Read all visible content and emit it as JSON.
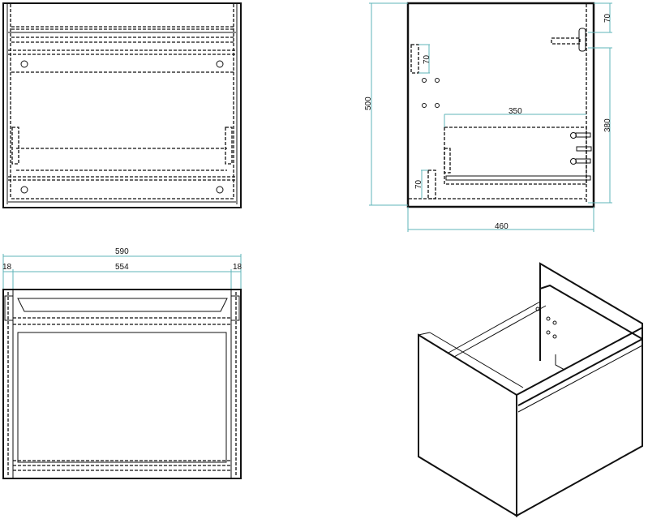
{
  "side_view": {
    "height_label": "500",
    "depth_label": "460",
    "top_offset_label": "70",
    "rail_height_label": "380",
    "drawer_depth_label": "350",
    "upper_bracket_label": "70",
    "lower_bracket_label": "70"
  },
  "top_view": {
    "overall_width_label": "590",
    "inner_width_label": "554",
    "left_panel_label": "18",
    "right_panel_label": "18"
  },
  "colors": {
    "dimension_line": "#5fb4b8",
    "line": "#111111"
  }
}
